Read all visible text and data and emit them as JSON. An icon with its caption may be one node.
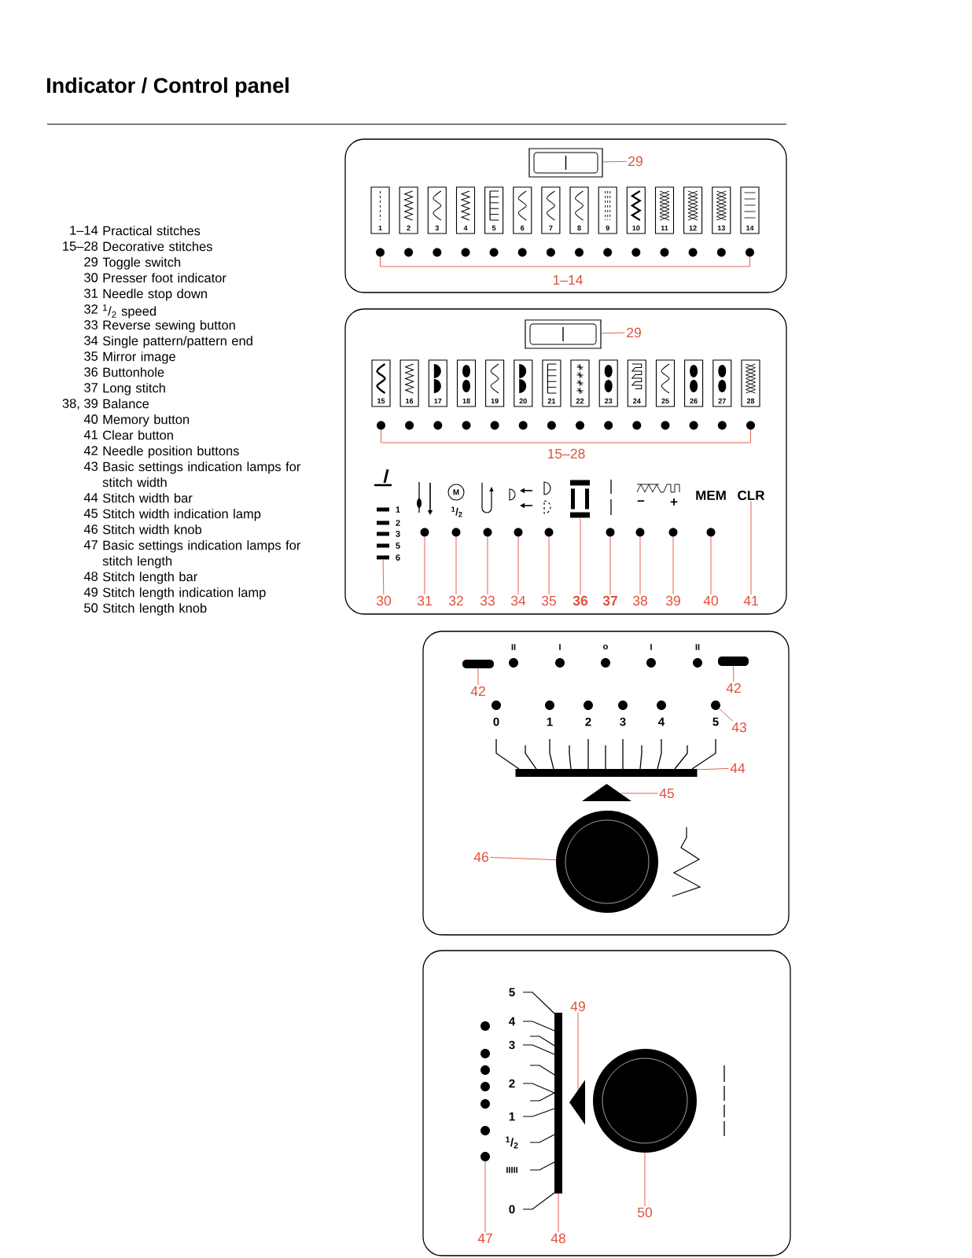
{
  "diagram": {
    "title": "Indicator / Control panel",
    "nodes": [
      {
        "text": [],
        "shape": "box"
      },
      {
        "text": [
          "29"
        ],
        "in": 0
      },
      {
        "text": [],
        "shape": "box"
      },
      {
        "text": [
          "29"
        ],
        "in": 2
      },
      {
        "text": [
          "30"
        ],
        "in": 2
      },
      {
        "text": [
          "31"
        ],
        "in": 2
      },
      {
        "text": [
          "32"
        ],
        "in": 2
      },
      {
        "text": [
          "33"
        ],
        "in": 2
      },
      {
        "text": [
          "34"
        ],
        "in": 2
      },
      {
        "text": [
          "35"
        ],
        "in": 2
      },
      {
        "text": [
          "36"
        ],
        "in": 2
      },
      {
        "text": [
          "37"
        ],
        "in": 2
      },
      {
        "text": [
          "38"
        ],
        "in": 2
      },
      {
        "text": [
          "39"
        ],
        "in": 2
      },
      {
        "text": [
          "40"
        ],
        "in": 2
      },
      {
        "text": [
          "41"
        ],
        "in": 2
      },
      {
        "text": [],
        "shape": "box"
      },
      {
        "text": [
          "42"
        ],
        "in": 16
      },
      {
        "text": [
          "42"
        ],
        "in": 16
      },
      {
        "text": [
          "43"
        ],
        "in": 16
      },
      {
        "text": [
          "44"
        ],
        "in": 16
      },
      {
        "text": [
          "45"
        ],
        "in": 16
      },
      {
        "text": [
          "46"
        ],
        "in": 16
      },
      {
        "text": [],
        "shape": "box"
      },
      {
        "text": [
          "47"
        ],
        "in": 23
      },
      {
        "text": [
          "48"
        ],
        "in": 23
      },
      {
        "text": [
          "49"
        ],
        "in": 23
      },
      {
        "text": [
          "50"
        ],
        "in": 23
      },
      {
        "text": [],
        "shape": "box",
        "in": 0
      },
      {
        "text": [],
        "shape": "box",
        "in": 2
      },
      {
        "text": [],
        "shape": "bar",
        "in": 2
      },
      {
        "text": [],
        "shape": "circle",
        "in": 2
      },
      {
        "text": [],
        "shape": "circle",
        "in": 2
      },
      {
        "text": [],
        "shape": "circle",
        "in": 2
      },
      {
        "text": [],
        "shape": "circle",
        "in": 2
      },
      {
        "text": [],
        "shape": "circle",
        "in": 2
      },
      {
        "text": [],
        "shape": "picture",
        "in": 2
      },
      {
        "text": [],
        "shape": "circle",
        "in": 2
      },
      {
        "text": [],
        "shape": "circle",
        "in": 2
      },
      {
        "text": [],
        "shape": "circle",
        "in": 2
      },
      {
        "text": [],
        "shape": "circle",
        "in": 2
      },
      {
        "text": [
          "CLR"
        ],
        "in": 2
      },
      {
        "text": [],
        "shape": "bar",
        "in": 16
      },
      {
        "text": [],
        "shape": "bar",
        "in": 16
      },
      {
        "text": [],
        "shape": "circle",
        "in": 16
      },
      {
        "text": [],
        "shape": "bar",
        "in": 16
      },
      {
        "text": [],
        "shape": "triangle",
        "in": 16
      },
      {
        "text": [],
        "shape": "circle",
        "in": 16
      },
      {
        "text": [],
        "shape": "circle",
        "in": 23
      },
      {
        "text": [],
        "shape": "bar",
        "in": 23
      },
      {
        "text": [],
        "shape": "triangle",
        "in": 23
      },
      {
        "text": [],
        "shape": "circle",
        "in": 23
      }
    ],
    "edges": [
      {
        "from": 1,
        "to": 28,
        "arrow": "none"
      },
      {
        "from": 3,
        "to": 29,
        "arrow": "none"
      },
      {
        "from": 4,
        "to": 30,
        "arrow": "none"
      },
      {
        "from": 5,
        "to": 31,
        "arrow": "none"
      },
      {
        "from": 6,
        "to": 32,
        "arrow": "none"
      },
      {
        "from": 7,
        "to": 33,
        "arrow": "none"
      },
      {
        "from": 8,
        "to": 34,
        "arrow": "none"
      },
      {
        "from": 9,
        "to": 35,
        "arrow": "none"
      },
      {
        "from": 10,
        "to": 36,
        "arrow": "none"
      },
      {
        "from": 11,
        "to": 37,
        "arrow": "none"
      },
      {
        "from": 12,
        "to": 38,
        "arrow": "none"
      },
      {
        "from": 13,
        "to": 39,
        "arrow": "none"
      },
      {
        "from": 14,
        "to": 40,
        "arrow": "none"
      },
      {
        "from": 15,
        "to": 41,
        "arrow": "none"
      },
      {
        "from": 17,
        "to": 42,
        "arrow": "none"
      },
      {
        "from": 18,
        "to": 43,
        "arrow": "none"
      },
      {
        "from": 19,
        "to": 44,
        "arrow": "none"
      },
      {
        "from": 20,
        "to": 45,
        "arrow": "none"
      },
      {
        "from": 21,
        "to": 46,
        "arrow": "none"
      },
      {
        "from": 22,
        "to": 47,
        "arrow": "none"
      },
      {
        "from": 24,
        "to": 48,
        "arrow": "none"
      },
      {
        "from": 25,
        "to": 49,
        "arrow": "none"
      },
      {
        "from": 26,
        "to": 50,
        "arrow": "none"
      },
      {
        "from": 27,
        "to": 51,
        "arrow": "none"
      }
    ],
    "labels": [
      "1–14",
      "Practical stitches",
      "15–28",
      "Decorative stitches",
      "29",
      "Toggle switch",
      "30",
      "Presser foot indicator",
      "31",
      "Needle stop down",
      "32",
      "$^{1}$/$_{2}$ speed",
      "33",
      "Reverse sewing button",
      "34",
      "Single pattern/pattern end",
      "35",
      "Mirror image",
      "36",
      "Buttonhole",
      "37",
      "Long stitch",
      "38, 39",
      "Balance",
      "40",
      "Memory button",
      "41",
      "Clear button",
      "42",
      "Needle position buttons",
      "43",
      "Basic settings indication lamps for stitch width",
      "44",
      "Stitch width bar",
      "45",
      "Stitch width indication lamp",
      "46",
      "Stitch width knob",
      "47",
      "Basic settings indication lamps for stitch length",
      "48",
      "Stitch length bar",
      "49",
      "Stitch length indication lamp",
      "50",
      "Stitch length knob",
      "1",
      "2",
      "3",
      "4",
      "5",
      "6",
      "7",
      "8",
      "9",
      "10",
      "11",
      "12",
      "13",
      "14",
      "1–14",
      "15",
      "16",
      "17",
      "18",
      "19",
      "20",
      "21",
      "22",
      "23",
      "24",
      "25",
      "26",
      "27",
      "28",
      "15–28",
      "1",
      "2",
      "3",
      "5",
      "6",
      "M",
      "$^{1}$/$_{2}$",
      "–",
      "+",
      "MEM",
      "II",
      "I",
      "o",
      "I",
      "II",
      "0",
      "1",
      "2",
      "3",
      "4",
      "5",
      "5",
      "4",
      "3",
      "2",
      "1",
      "$^{1}$/$_{2}$",
      "IIIII",
      "0"
    ]
  }
}
